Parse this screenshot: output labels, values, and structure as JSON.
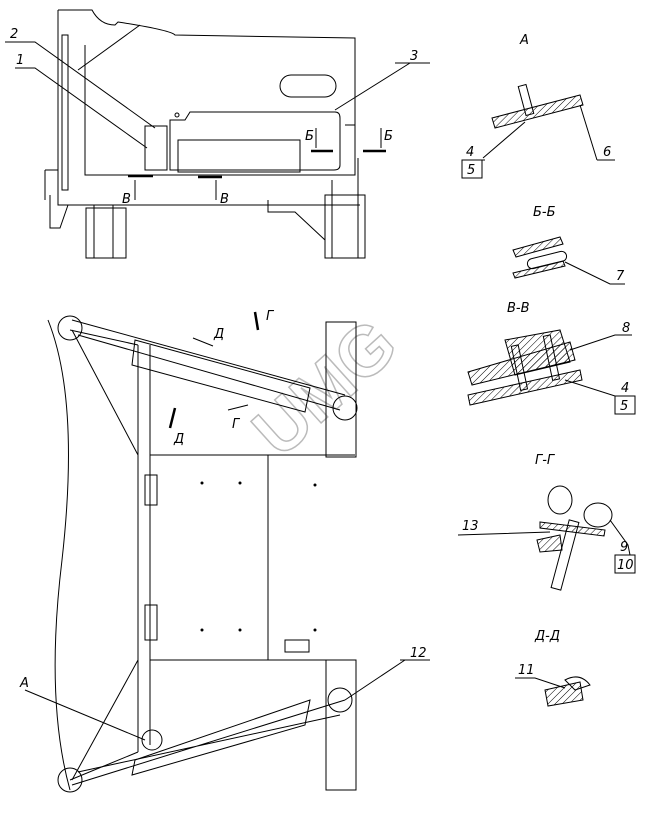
{
  "watermark": "UMG",
  "main_view_labels": {
    "pos1": "1",
    "pos2": "2",
    "pos3": "3",
    "sec_b1": "Б",
    "sec_b2": "Б",
    "sec_v1": "В",
    "sec_v2": "В"
  },
  "plan_view_labels": {
    "sec_d1": "Д",
    "sec_g1": "Г",
    "sec_g2": "Г",
    "sec_d2": "Д",
    "view_a": "А",
    "pos12": "12"
  },
  "details": {
    "view_a": {
      "title": "А",
      "pos_top": "4",
      "pos_box": "5",
      "pos_right": "6"
    },
    "section_bb": {
      "title": "Б-Б",
      "pos": "7"
    },
    "section_vv": {
      "title": "В-В",
      "pos8": "8",
      "pos_top": "4",
      "pos_box": "5"
    },
    "section_gg": {
      "title": "Г-Г",
      "pos13": "13",
      "pos_top": "9",
      "pos_box": "10"
    },
    "section_dd": {
      "title": "Д-Д",
      "pos11": "11"
    }
  }
}
